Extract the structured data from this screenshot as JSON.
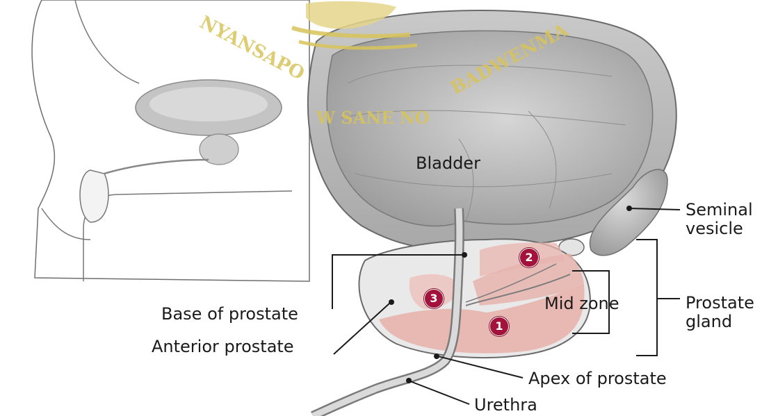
{
  "labels": {
    "bladder": "Bladder",
    "seminal_vesicle_line1": "Seminal",
    "seminal_vesicle_line2": "vesicle",
    "prostate_gland_line1": "Prostate",
    "prostate_gland_line2": "gland",
    "mid_zone": "Mid zone",
    "base_of_prostate": "Base of prostate",
    "anterior_prostate": "Anterior prostate",
    "apex_of_prostate": "Apex of prostate",
    "urethra": "Urethra"
  },
  "zone_badges": [
    "1",
    "2",
    "3"
  ],
  "watermark": {
    "text_left": "NYANSAPO",
    "text_right": "BADWENMA",
    "text_bottom": "W SANE NO"
  },
  "colors": {
    "zone_fill": "#e8b4ad",
    "badge": "#a3123a",
    "tissue_gray": "#b9b9b9",
    "watermark": "#d8c45a"
  }
}
